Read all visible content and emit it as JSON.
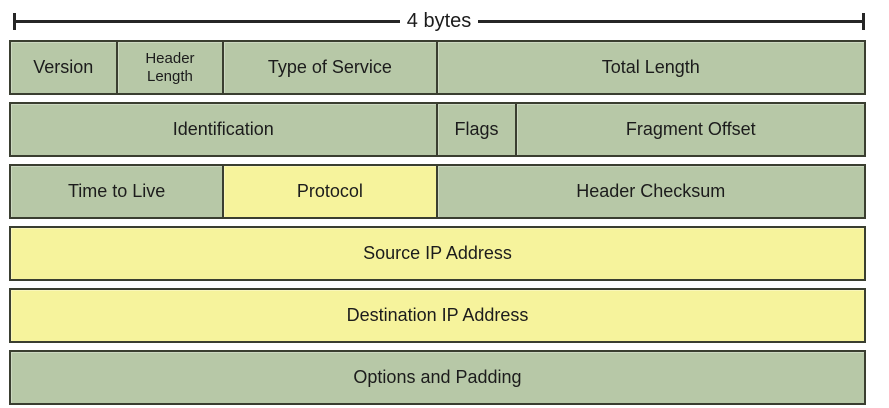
{
  "header": {
    "label": "4 bytes"
  },
  "colors": {
    "cell_green": "#b7c8a7",
    "cell_yellow": "#f6f39c",
    "border": "#3a3e30",
    "dimension_line": "#262626",
    "text": "#1c1c1c",
    "background": "#ffffff"
  },
  "rows": [
    {
      "cells": [
        {
          "label": "Version",
          "width_percent": 12.5,
          "color": "green"
        },
        {
          "label": "Header Length",
          "width_percent": 12.5,
          "color": "green",
          "multiline": true
        },
        {
          "label": "Type of Service",
          "width_percent": 25,
          "color": "green"
        },
        {
          "label": "Total Length",
          "width_percent": 50,
          "color": "green"
        }
      ]
    },
    {
      "cells": [
        {
          "label": "Identification",
          "width_percent": 50,
          "color": "green"
        },
        {
          "label": "Flags",
          "width_percent": 9.375,
          "color": "green"
        },
        {
          "label": "Fragment Offset",
          "width_percent": 40.625,
          "color": "green"
        }
      ]
    },
    {
      "cells": [
        {
          "label": "Time to Live",
          "width_percent": 25,
          "color": "green"
        },
        {
          "label": "Protocol",
          "width_percent": 25,
          "color": "yellow"
        },
        {
          "label": "Header Checksum",
          "width_percent": 50,
          "color": "green"
        }
      ]
    },
    {
      "cells": [
        {
          "label": "Source IP Address",
          "width_percent": 100,
          "color": "yellow"
        }
      ]
    },
    {
      "cells": [
        {
          "label": "Destination IP Address",
          "width_percent": 100,
          "color": "yellow"
        }
      ]
    },
    {
      "cells": [
        {
          "label": "Options and Padding",
          "width_percent": 100,
          "color": "green"
        }
      ]
    }
  ]
}
